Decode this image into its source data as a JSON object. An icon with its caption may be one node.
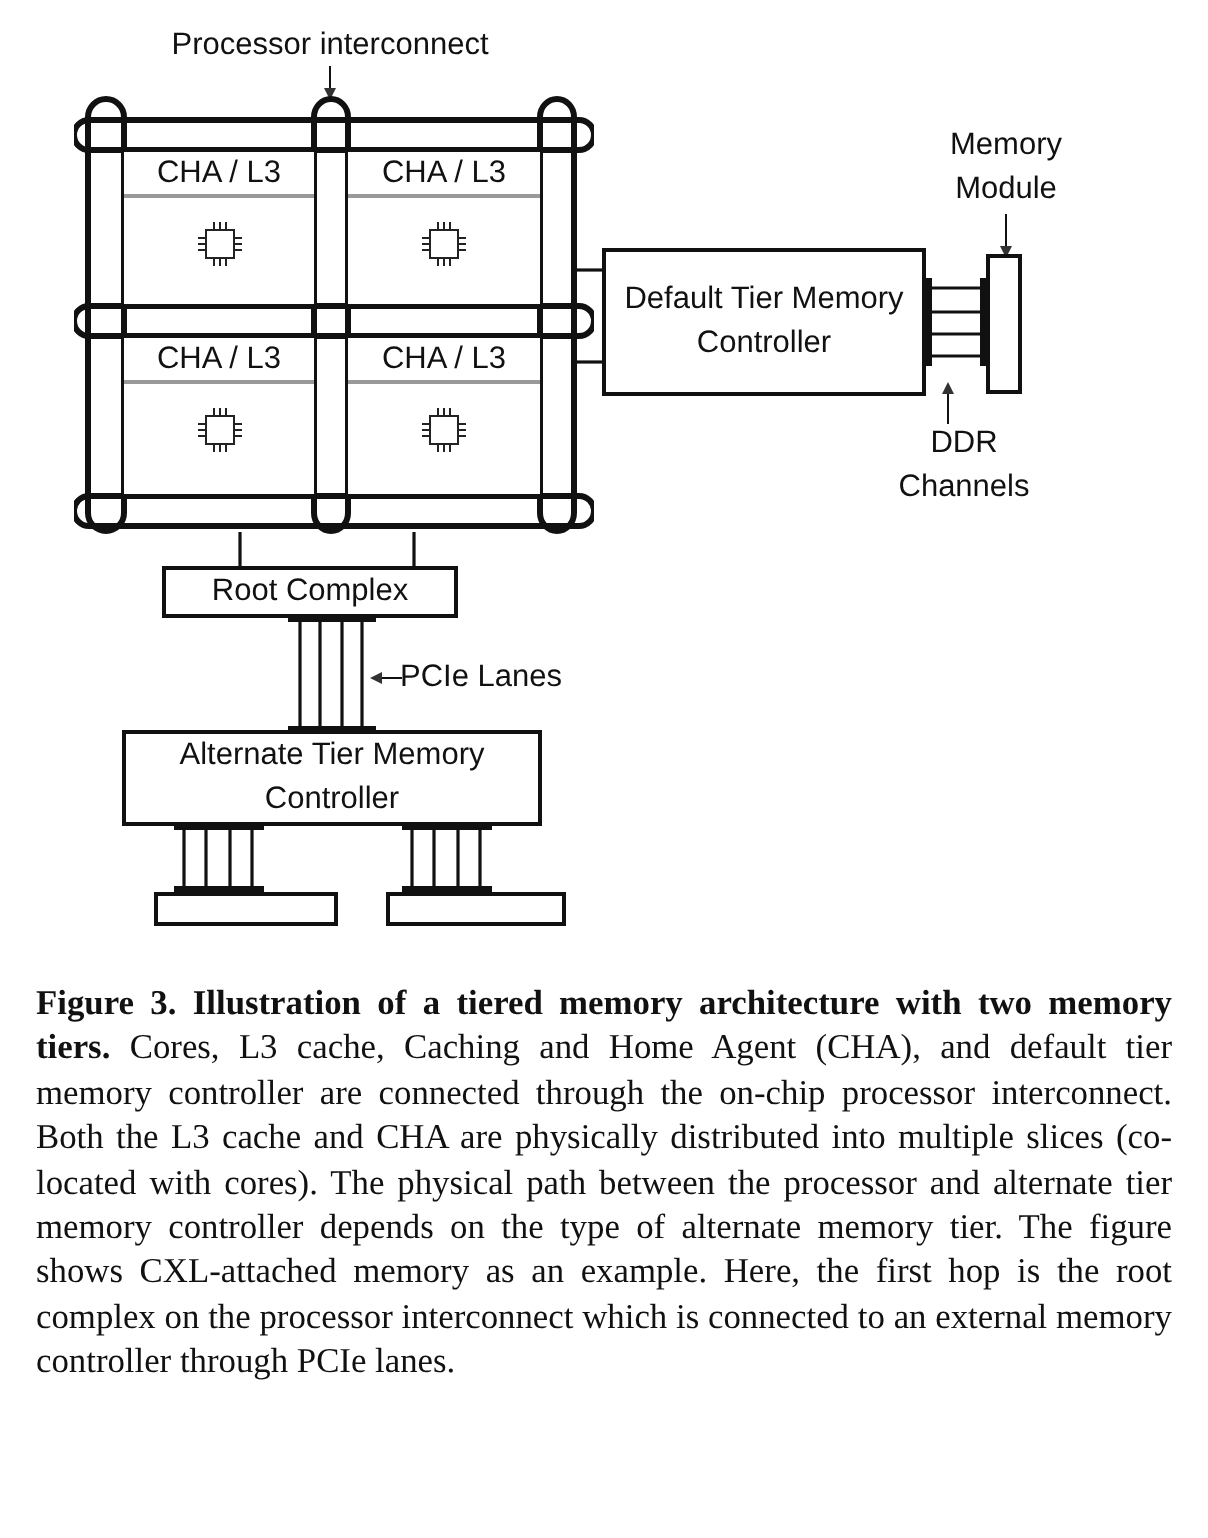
{
  "diagram": {
    "caption": "**Figure 3. Illustration of a tiered memory architecture with two memory tiers.** Cores, L3 cache, Caching and Home Agent (CHA), and default tier memory controller are connected through the on-chip processor interconnect. Both the L3 cache and CHA are physically distributed into multiple slices (co-located with cores). The physical path between the processor and alternate tier memory controller depends on the type of alternate memory tier. The figure shows CXL-attached memory as an example. Here, the first hop is the root complex on the processor interconnect which is connected to an external memory controller through PCIe lanes.",
    "nodes": [
      {
        "text": [
          "Processor interconnect"
        ]
      },
      {
        "text": [],
        "shape": "ring"
      },
      {
        "text": [
          "CHA / L3"
        ],
        "in": 1
      },
      {
        "text": [
          "CHA / L3"
        ],
        "in": 1
      },
      {
        "text": [
          "CHA / L3"
        ],
        "in": 1
      },
      {
        "text": [
          "CHA / L3"
        ],
        "in": 1
      },
      {
        "text": [
          "Default Tier Memory Controller"
        ]
      },
      {
        "text": [
          "Memory Module"
        ]
      },
      {
        "text": [],
        "shape": "box"
      },
      {
        "text": [
          "DDR Channels"
        ]
      },
      {
        "text": [
          "Root Complex"
        ]
      },
      {
        "text": [
          "PCIe Lanes"
        ]
      },
      {
        "text": [
          "Alternate Tier Memory Controller"
        ]
      },
      {
        "text": [],
        "shape": "box"
      },
      {
        "text": [],
        "shape": "box"
      }
    ],
    "edges": [
      {
        "from": 0,
        "to": 1,
        "arrow": "to"
      },
      {
        "from": 1,
        "to": 6,
        "arrow": "none"
      },
      {
        "from": 1,
        "to": 6,
        "arrow": "none"
      },
      {
        "from": 6,
        "to": 8,
        "arrow": "none"
      },
      {
        "from": 6,
        "to": 8,
        "arrow": "none"
      },
      {
        "from": 6,
        "to": 8,
        "arrow": "none"
      },
      {
        "from": 6,
        "to": 8,
        "arrow": "none"
      },
      {
        "from": 7,
        "to": 8,
        "arrow": "to"
      },
      {
        "from": 9,
        "to": null,
        "arrow": "to"
      },
      {
        "from": 1,
        "to": 10,
        "arrow": "none"
      },
      {
        "from": 1,
        "to": 10,
        "arrow": "none"
      },
      {
        "from": 10,
        "to": 12,
        "arrow": "none"
      },
      {
        "from": 10,
        "to": 12,
        "arrow": "none"
      },
      {
        "from": 10,
        "to": 12,
        "arrow": "none"
      },
      {
        "from": 10,
        "to": 12,
        "arrow": "none"
      },
      {
        "from": 11,
        "to": null,
        "arrow": "to"
      },
      {
        "from": 12,
        "to": 13,
        "arrow": "none"
      },
      {
        "from": 12,
        "to": 13,
        "arrow": "none"
      },
      {
        "from": 12,
        "to": 13,
        "arrow": "none"
      },
      {
        "from": 12,
        "to": 13,
        "arrow": "none"
      },
      {
        "from": 12,
        "to": 14,
        "arrow": "none"
      },
      {
        "from": 12,
        "to": 14,
        "arrow": "none"
      },
      {
        "from": 12,
        "to": 14,
        "arrow": "none"
      },
      {
        "from": 12,
        "to": 14,
        "arrow": "none"
      }
    ]
  }
}
